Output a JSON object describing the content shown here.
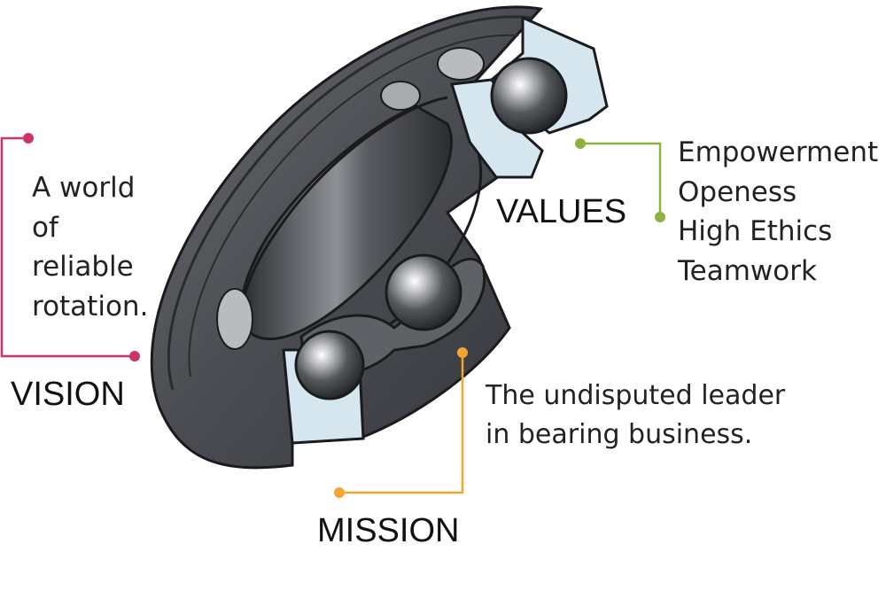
{
  "vision": {
    "heading": "VISION",
    "lines": [
      "A world",
      "of",
      "reliable",
      "rotation."
    ],
    "color": "#cc3366"
  },
  "values": {
    "heading": "VALUES",
    "items": [
      "Empowerment",
      "Openess",
      "High Ethics",
      "Teamwork"
    ],
    "color": "#8db33f"
  },
  "mission": {
    "heading": "MISSION",
    "lines": [
      "The undisputed leader",
      "in bearing business."
    ],
    "color": "#f2a531"
  },
  "illustration": {
    "subject": "bearing-cutaway",
    "colors": {
      "ring": "#4a4c52",
      "ring_dark": "#2f3136",
      "seal": "#d6e6ef",
      "ball": "#3b3d42"
    }
  }
}
